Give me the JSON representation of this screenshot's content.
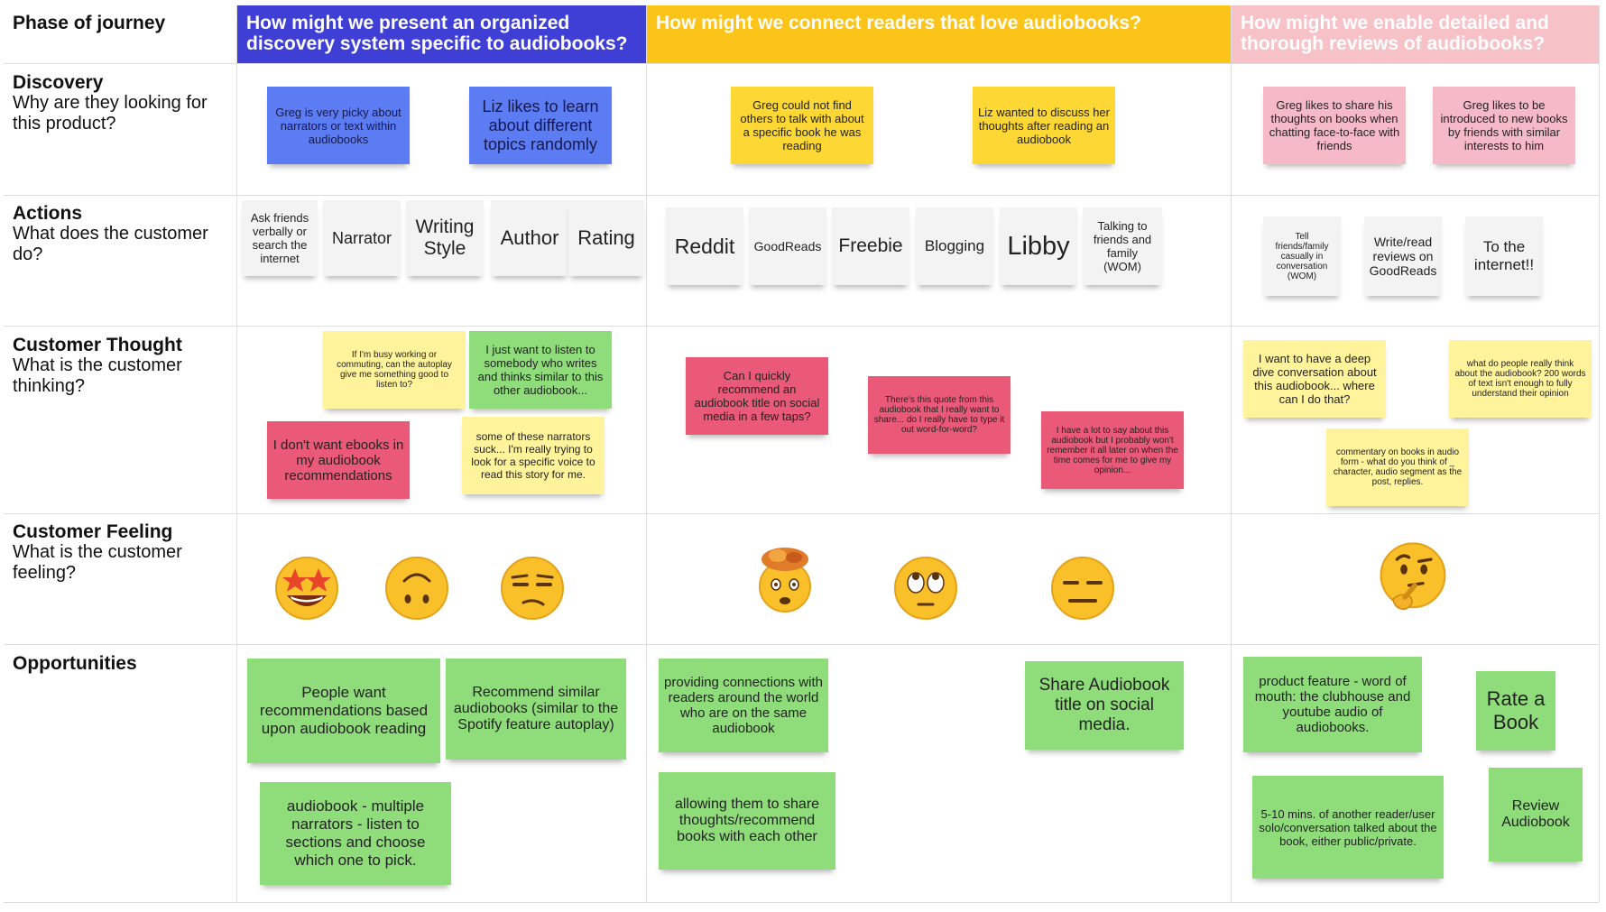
{
  "header": {
    "phase_label": "Phase of journey",
    "columns": [
      {
        "title": "How might we present an organized discovery system specific to audiobooks?",
        "color": "#3f3fd6"
      },
      {
        "title": "How might we connect readers that love audiobooks?",
        "color": "#fcc419"
      },
      {
        "title": "How might we enable detailed and thorough reviews of audiobooks?",
        "color": "#f7c1c8"
      }
    ]
  },
  "rows": [
    {
      "title": "Discovery",
      "subtitle": "Why are they looking for this product?"
    },
    {
      "title": "Actions",
      "subtitle": "What does the customer do?"
    },
    {
      "title": "Customer Thought",
      "subtitle": "What is the customer thinking?"
    },
    {
      "title": "Customer Feeling",
      "subtitle": "What is the customer feeling?"
    },
    {
      "title": "Opportunities",
      "subtitle": ""
    }
  ],
  "notes": {
    "discovery": [
      "Greg is very picky about narrators or text within audiobooks",
      "Liz likes to learn about different topics randomly",
      "Greg could not find others to talk with about a specific book he was reading",
      "Liz wanted to discuss her thoughts after reading an audiobook",
      "Greg likes to share his thoughts on books when chatting face-to-face with friends",
      "Greg likes to be introduced to new books by friends with similar interests to him"
    ],
    "actions": [
      "Ask friends verbally or search the internet",
      "Narrator",
      "Writing Style",
      "Author",
      "Rating",
      "Reddit",
      "GoodReads",
      "Freebie",
      "Blogging",
      "Libby",
      "Talking to friends and family (WOM)",
      "Tell friends/family casually in conversation (WOM)",
      "Write/read reviews on GoodReads",
      "To the internet!!"
    ],
    "thoughts": [
      "If I'm busy working or commuting, can the autoplay give me something good to listen to?",
      "I just want to listen to somebody who writes and thinks similar to this other audiobook...",
      "I don't want ebooks in my audiobook recommendations",
      "some of these narrators suck... I'm really trying to look for a specific voice to read this story for me.",
      "Can I quickly recommend an audiobook title on social media in a few taps?",
      "There's this quote from this audiobook that I really want to share... do I really have to type it out word-for-word?",
      "I have a lot to say about this audiobook but I probably won't remember it all later on when the time comes for me to give my opinion...",
      "I want to have a deep dive conversation about this audiobook... where can I do that?",
      "what do people really think about the audiobook? 200 words of text isn't enough to fully understand their opinion",
      "commentary on books in audio form - what do you think of _ character, audio segment as the post, replies."
    ],
    "feelings": [
      "star-struck-emoji",
      "upside-down-face-emoji",
      "unamused-face-emoji",
      "exploding-head-emoji",
      "eye-roll-emoji",
      "expressionless-face-emoji",
      "thinking-face-emoji"
    ],
    "opportunities": [
      "People want recommendations based upon audiobook reading",
      "Recommend similar audiobooks (similar to the Spotify feature autoplay)",
      "audiobook - multiple narrators - listen to sections and choose which one to pick.",
      "providing connections with readers around the world who are on the same audiobook",
      "allowing them to share thoughts/recommend books with each other",
      "Share Audiobook title on social media.",
      "product feature - word of mouth: the clubhouse and youtube audio of audiobooks.",
      "Rate a Book",
      "5-10 mins. of another reader/user solo/conversation talked about the book, either public/private.",
      "Review Audiobook"
    ]
  },
  "colors": {
    "blue_note": "#5b7cf2",
    "yellow_note": "#fdd835",
    "pink_note": "#f6b9c8",
    "red_note": "#ea5a78",
    "light_yellow_note": "#fff49b",
    "green_note": "#8fdc7a",
    "white_note": "#f3f3f3"
  }
}
